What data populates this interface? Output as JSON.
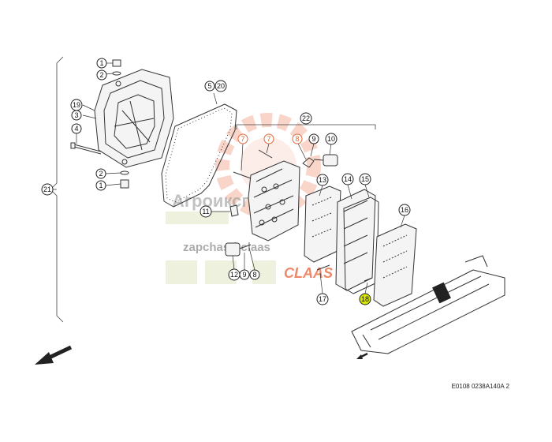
{
  "callouts": {
    "c1a": "1",
    "c2a": "2",
    "c19": "19",
    "c3": "3",
    "c4": "4",
    "c2b": "2",
    "c1b": "1",
    "c5": "5",
    "c20": "20",
    "c21": "21",
    "c22": "22",
    "c7a": "7",
    "c7b": "7",
    "c8a": "8",
    "c9a": "9",
    "c10": "10",
    "c13": "13",
    "c14": "14",
    "c15": "15",
    "c16": "16",
    "c11": "11",
    "c12": "12",
    "c9b": "9",
    "c8b": "8",
    "c17": "17",
    "c18": "18"
  },
  "watermark": {
    "brand": "Агроикспорт",
    "site": "zapchasti-claas",
    "logo": "CLAAS",
    "color": "#e8572a"
  },
  "reference_code": "E0108 0238A140A 2",
  "colors": {
    "highlight": "#d8e600",
    "orange_callout": "#e06a3a",
    "outline": "#333333"
  }
}
